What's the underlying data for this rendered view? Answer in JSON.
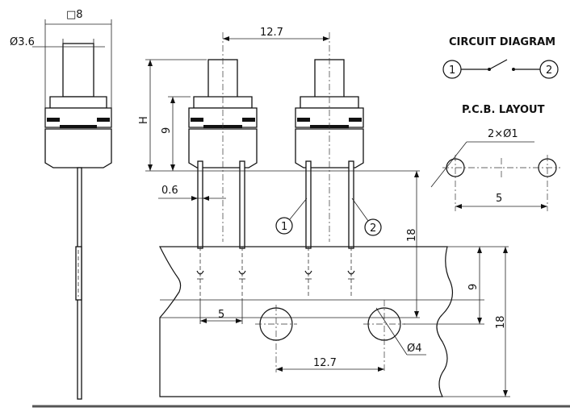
{
  "side_view": {
    "width_dim": "□8",
    "cap_dia_dim": "Ø3.6"
  },
  "front_view": {
    "pitch_dim": "12.7",
    "height_dim": "H",
    "body_height_dim": "9",
    "pin_width_dim": "0.6",
    "pin_label_1": "1",
    "pin_label_2": "2",
    "lead_length_dim": "18"
  },
  "tape": {
    "pin_spacing_dim": "5",
    "hole_pitch_dim": "12.7",
    "hole_dia_dim": "Ø4",
    "hole_height_dim": "9",
    "tape_width_dim": "18"
  },
  "circuit_diagram": {
    "title": "CIRCUIT DIAGRAM",
    "terminal_1": "1",
    "terminal_2": "2"
  },
  "pcb_layout": {
    "title": "P.C.B. LAYOUT",
    "hole_dim": "2×Ø1",
    "spacing_dim": "5"
  }
}
